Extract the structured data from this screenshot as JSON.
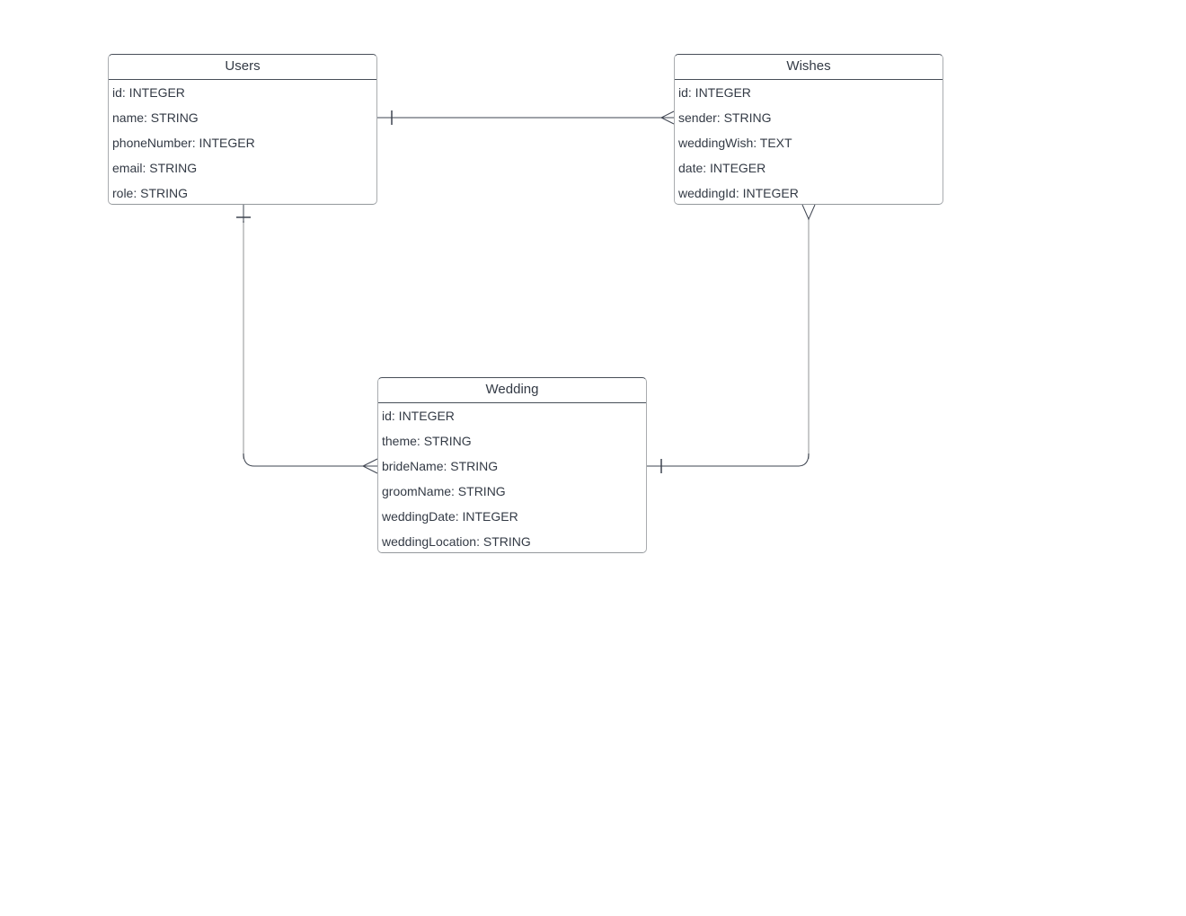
{
  "diagram": {
    "type": "entity-relationship-diagram",
    "background": "#ffffff",
    "colors": {
      "line_dark": "#3e4450",
      "line_light": "#b5b7b9",
      "box_border_light": "#a9acaf",
      "box_border_dark": "#474e58",
      "text": "#333a45",
      "box_fill": "#ffffff"
    },
    "entities": [
      {
        "title": "Users",
        "fields": [
          "id: INTEGER",
          "name: STRING",
          "phoneNumber: INTEGER",
          "email: STRING",
          "role: STRING"
        ]
      },
      {
        "title": "Wishes",
        "fields": [
          "id: INTEGER",
          "sender: STRING",
          "weddingWish: TEXT",
          "date: INTEGER",
          "weddingId: INTEGER"
        ]
      },
      {
        "title": "Wedding",
        "fields": [
          "id: INTEGER",
          "theme: STRING",
          "brideName: STRING",
          "groomName: STRING",
          "weddingDate: INTEGER",
          "weddingLocation: STRING"
        ]
      }
    ],
    "relationships": [
      {
        "from": "Users",
        "to": "Wishes",
        "from_cardinality": "one",
        "to_cardinality": "many"
      },
      {
        "from": "Users",
        "to": "Wedding",
        "from_cardinality": "one",
        "to_cardinality": "many"
      },
      {
        "from": "Wedding",
        "to": "Wishes",
        "from_cardinality": "one",
        "to_cardinality": "many"
      }
    ]
  }
}
